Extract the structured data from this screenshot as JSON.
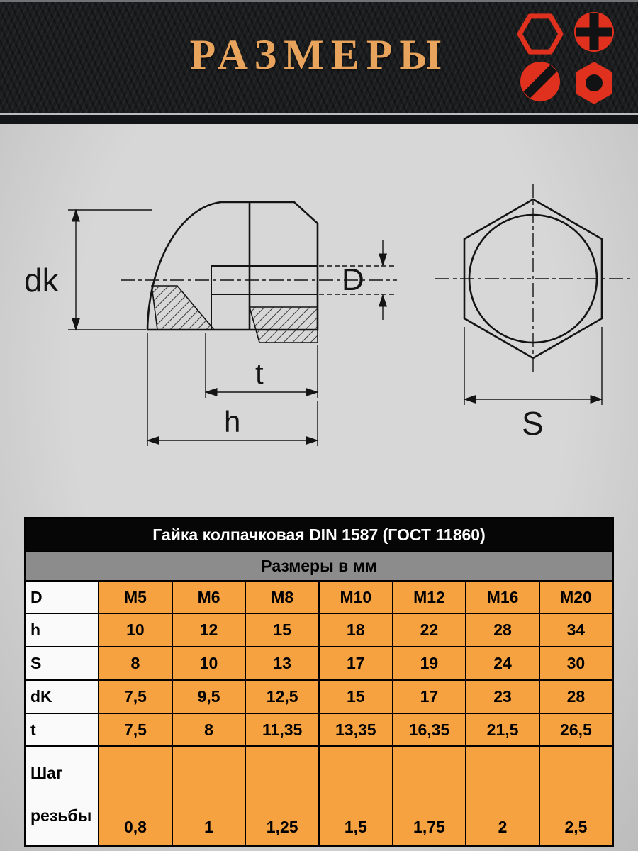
{
  "header": {
    "title": "РАЗМЕРЫ",
    "icons": [
      "hex-head-icon",
      "phillips-head-icon",
      "slotted-head-icon",
      "hex-nut-icon"
    ]
  },
  "diagram": {
    "labels": {
      "dk": "dk",
      "D": "D",
      "t": "t",
      "h": "h",
      "S": "S"
    }
  },
  "table": {
    "title": "Гайка колпачковая DIN 1587 (ГОСТ 11860)",
    "subtitle": "Размеры в мм",
    "rows": [
      {
        "label": "D",
        "values": [
          "M5",
          "M6",
          "M8",
          "M10",
          "M12",
          "M16",
          "M20"
        ]
      },
      {
        "label": "h",
        "values": [
          "10",
          "12",
          "15",
          "18",
          "22",
          "28",
          "34"
        ]
      },
      {
        "label": "S",
        "values": [
          "8",
          "10",
          "13",
          "17",
          "19",
          "24",
          "30"
        ]
      },
      {
        "label": "dK",
        "values": [
          "7,5",
          "9,5",
          "12,5",
          "15",
          "17",
          "23",
          "28"
        ]
      },
      {
        "label": "t",
        "values": [
          "7,5",
          "8",
          "11,35",
          "13,35",
          "16,35",
          "21,5",
          "26,5"
        ]
      },
      {
        "label": "Шаг резьбы",
        "values": [
          "0,8",
          "1",
          "1,25",
          "1,5",
          "1,75",
          "2",
          "2,5"
        ]
      }
    ]
  },
  "colors": {
    "accent_orange": "#F7A240",
    "title_tan": "#E8A45C",
    "icon_red": "#E0301E",
    "table_gray": "#8C8C8C"
  }
}
